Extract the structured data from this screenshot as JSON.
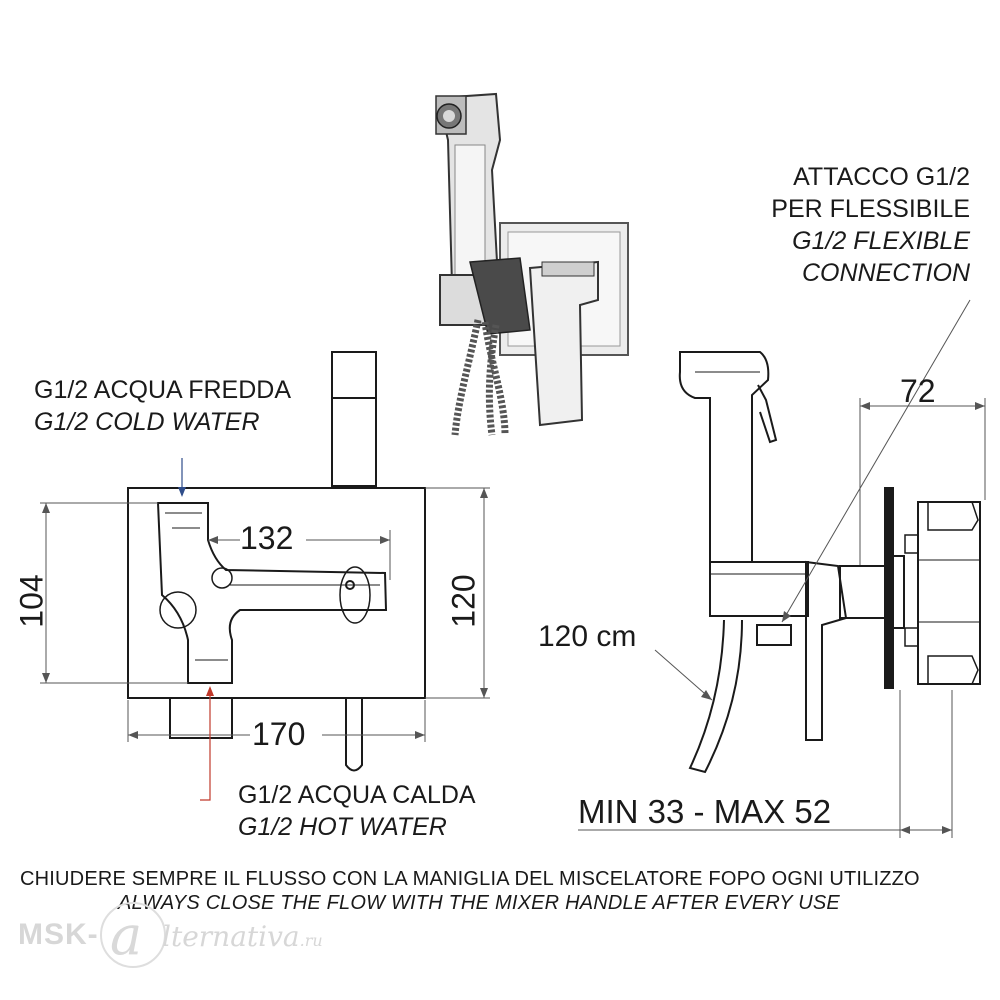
{
  "cold_inlet": {
    "line1": "G1/2 ACQUA FREDDA",
    "line2": "G1/2 COLD WATER"
  },
  "hot_inlet": {
    "line1": "G1/2 ACQUA CALDA",
    "line2": "G1/2 HOT WATER"
  },
  "flex_connection": {
    "line1": "ATTACCO G1/2",
    "line2": "PER FLESSIBILE",
    "line3": "G1/2 FLEXIBLE",
    "line4": "CONNECTION"
  },
  "dimensions": {
    "height_body": "104",
    "height_plate": "120",
    "width_inner": "132",
    "width_plate": "170",
    "depth": "72",
    "hose_length": "120 cm",
    "wall_range": "MIN 33 - MAX 52"
  },
  "footer": {
    "italian": "CHIUDERE SEMPRE IL FLUSSO CON LA MANIGLIA DEL MISCELATORE FOPO OGNI UTILIZZO",
    "english": "ALWAYS CLOSE THE FLOW WITH THE MIXER HANDLE AFTER EVERY USE"
  },
  "watermark": {
    "brand": "MSK-",
    "at": "a",
    "rest": "lternativa",
    "tld": ".ru"
  },
  "colors": {
    "line": "#1a1a1a",
    "dim_line": "#555555",
    "hot_arrow": "#c0392b",
    "cold_arrow": "#2f4d8a"
  }
}
